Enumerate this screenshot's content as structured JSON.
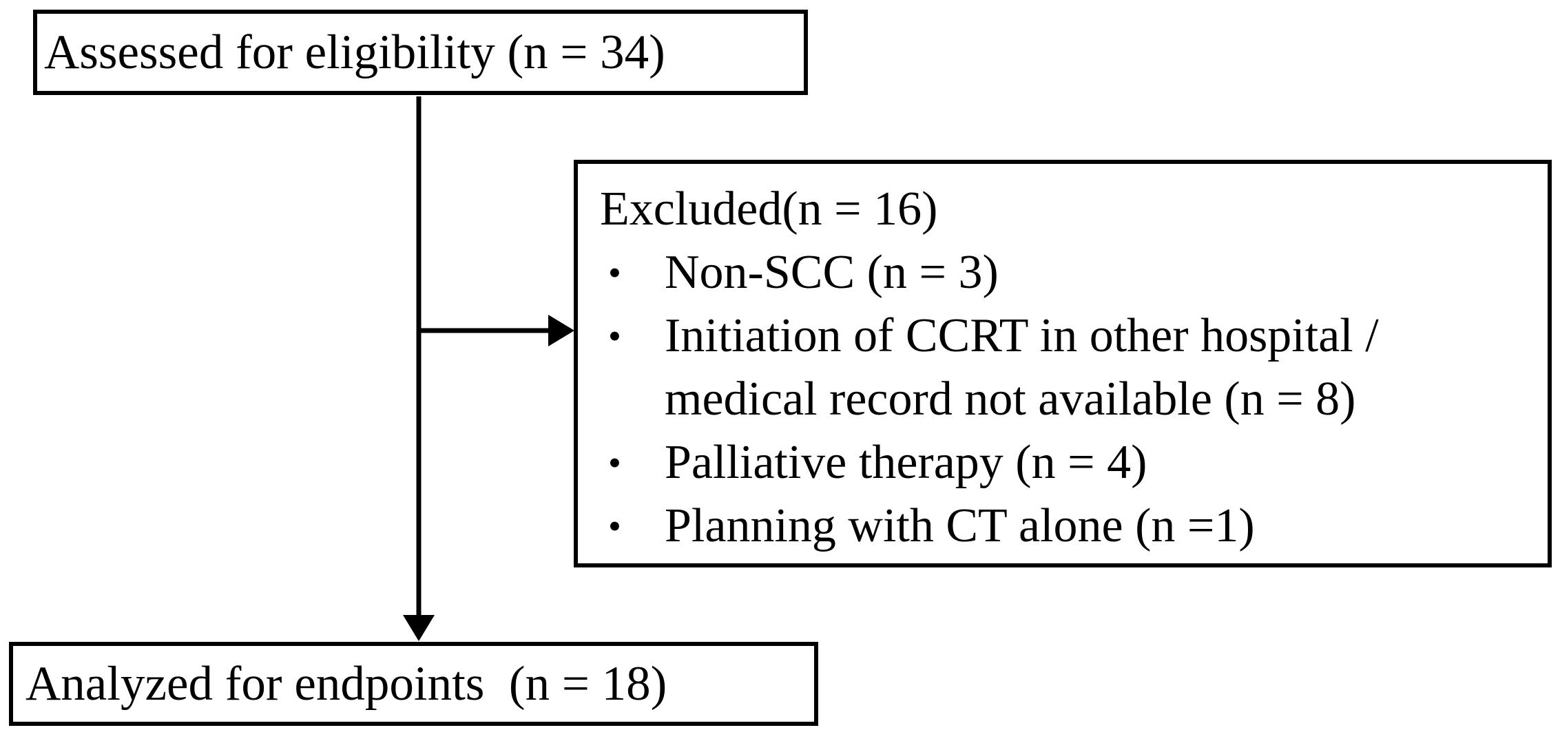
{
  "colors": {
    "background": "#ffffff",
    "line": "#000000",
    "text": "#000000"
  },
  "diagram": {
    "type": "patient-flow",
    "boxes": {
      "assessed": {
        "label": "Assessed for eligibility (n = 34)"
      },
      "excluded": {
        "title": "Excluded(n = 16)",
        "items": [
          "Non-SCC (n = 3)",
          "Initiation of CCRT in other hospital / medical record not available (n = 8)",
          "Palliative therapy (n = 4)",
          "Planning with CT alone (n =1)"
        ]
      },
      "analyzed": {
        "label": "Analyzed for endpoints  (n = 18)"
      }
    },
    "connectors": [
      {
        "from": "assessed",
        "to": "analyzed",
        "style": "arrow-down"
      },
      {
        "from": "assessed-analyzed-line",
        "to": "excluded",
        "style": "arrow-right"
      }
    ],
    "bullet_glyph": "•"
  }
}
